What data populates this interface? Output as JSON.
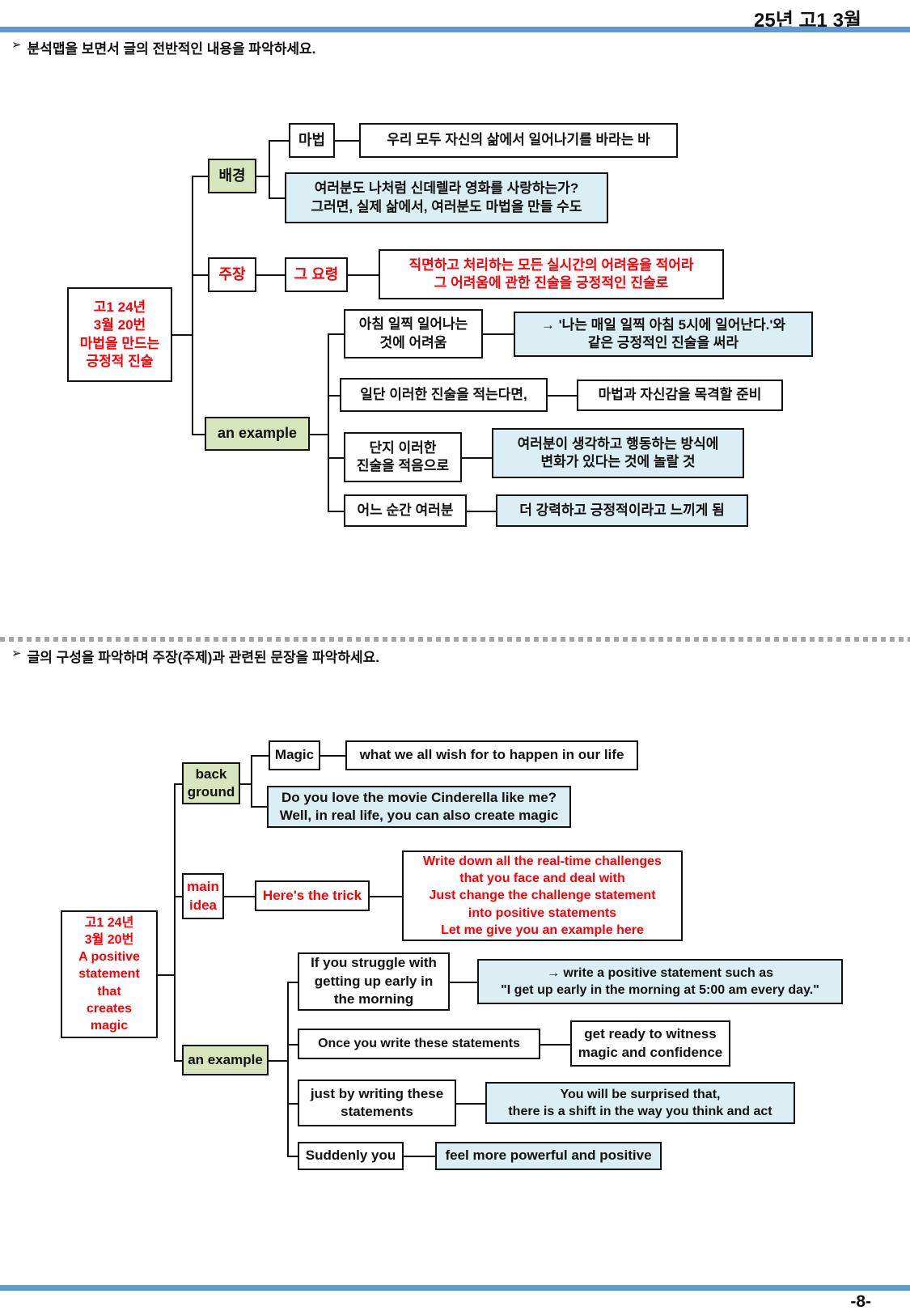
{
  "header": {
    "title": "25년 고1 3월"
  },
  "footer": {
    "page_number": "-8-"
  },
  "instructions": {
    "bullet": "➢",
    "first": "분석맵을 보면서 글의 전반적인 내용을 파악하세요.",
    "second": "글의 구성을 파악하며 주장(주제)과 관련된 문장을 파악하세요."
  },
  "colors": {
    "accent_blue": "#5b9bd5",
    "box_green": "#d7e4bc",
    "box_blue": "#daeef3",
    "text_red": "#fb0006"
  },
  "d1": {
    "root": "고1 24년\n3월 20번\n마법을 만드는\n긍정적 진술",
    "bg_label": "배경",
    "magic_label": "마법",
    "magic_desc": "우리 모두 자신의 삶에서 일어나기를 바라는 바",
    "cinderella": "여러분도 나처럼 신데렐라 영화를 사랑하는가?\n그러면, 실제 삶에서, 여러분도 마법을 만들 수도",
    "claim_label": "주장",
    "trick_label": "그 요령",
    "trick_desc": "직면하고 처리하는 모든 실시간의 어려움을 적어라\n그 어려움에 관한 진술을 긍정적인 진술로",
    "example_label": "an example",
    "ex1": "아침 일찍 일어나는\n것에 어려움",
    "ex1_desc": "→ '나는 매일 일찍 아침 5시에 일어난다.'와\n같은 긍정적인 진술을 써라",
    "ex2": "일단 이러한 진술을 적는다면,",
    "ex2_desc": "마법과 자신감을 목격할 준비",
    "ex3": "단지 이러한\n진술을 적음으로",
    "ex3_desc": "여러분이 생각하고 행동하는 방식에\n변화가 있다는 것에 놀랄 것",
    "ex4": "어느 순간 여러분",
    "ex4_desc": "더 강력하고 긍정적이라고 느끼게 됨"
  },
  "d2": {
    "root": "고1 24년\n3월 20번\nA positive\nstatement\nthat\ncreates\nmagic",
    "bg_label": "back\nground",
    "magic_label": "Magic",
    "magic_desc": "what we all wish for to happen in our life",
    "cinderella": "Do you love the movie Cinderella like me?\nWell, in real life, you can also create magic",
    "claim_label": "main\nidea",
    "trick_label": "Here's the trick",
    "trick_desc": "Write down all the real-time challenges\nthat you face and deal with\nJust change the challenge statement\ninto positive statements\nLet me give you an example here",
    "example_label": "an example",
    "ex1": "If you struggle with\ngetting up early in\nthe morning",
    "ex1_desc": "→ write a positive statement such as\n\"I get up early in the morning at 5:00 am every day.\"",
    "ex2": "Once you write these statements",
    "ex2_desc": "get ready to witness\nmagic and confidence",
    "ex3": "just by writing these\nstatements",
    "ex3_desc": "You will be surprised that,\nthere is a shift in the way you think and act",
    "ex4": "Suddenly you",
    "ex4_desc": "feel more powerful and positive"
  }
}
